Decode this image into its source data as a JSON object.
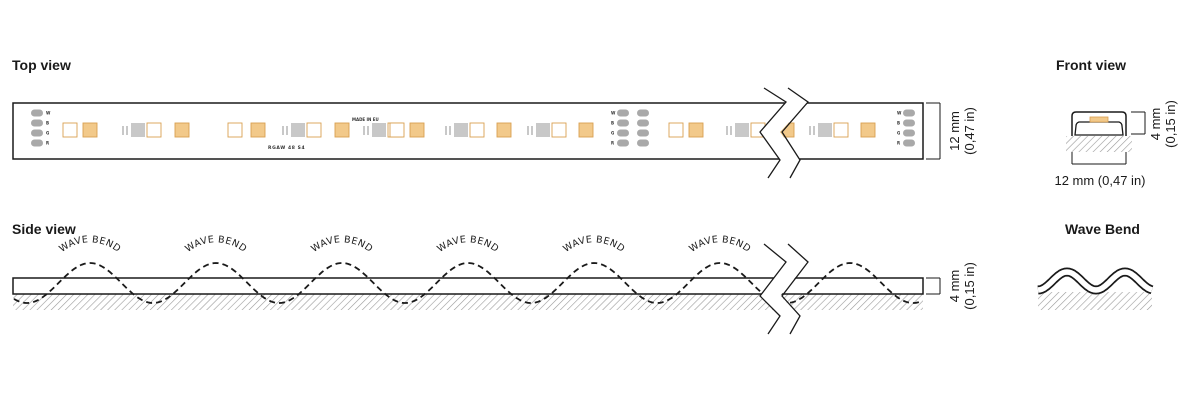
{
  "labels": {
    "top_view": "Top view",
    "side_view": "Side view",
    "front_view": "Front view",
    "wave_bend": "Wave Bend"
  },
  "dimensions": {
    "width_mm": "12 mm",
    "width_in": "(0,47 in)",
    "height_mm": "4 mm",
    "height_in": "(0,15 in)",
    "front_width": "12 mm (0,47 in)"
  },
  "strip_print": {
    "made_in": "MADE IN EU",
    "model": "RGAW 48 S4"
  },
  "pad_labels": [
    "W",
    "B",
    "G",
    "R"
  ],
  "wave_bend_text": "WAVE BEND",
  "colors": {
    "led_warm": "#f2c98a",
    "led_warm_stroke": "#d9a050",
    "rgb_chip": "#c8c8c8",
    "pad": "#a9a9a9",
    "line": "#1a1a1a",
    "hatch": "#9a9a9a"
  }
}
